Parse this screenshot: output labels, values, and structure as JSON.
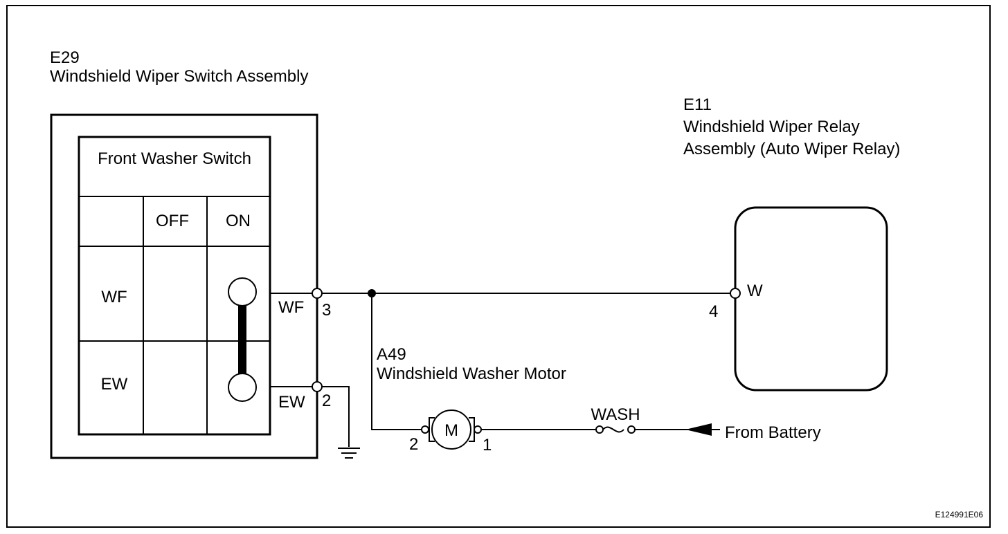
{
  "switch_assembly": {
    "code": "E29",
    "name": "Windshield Wiper Switch Assembly",
    "table": {
      "title": "Front Washer Switch",
      "columns": [
        "",
        "OFF",
        "ON"
      ],
      "rows": [
        "WF",
        "EW"
      ]
    },
    "terminals": [
      {
        "label": "WF",
        "pin": "3"
      },
      {
        "label": "EW",
        "pin": "2"
      }
    ]
  },
  "relay_assembly": {
    "code": "E11",
    "name_line1": "Windshield Wiper Relay",
    "name_line2": "Assembly (Auto Wiper Relay)",
    "terminal": {
      "label": "W",
      "pin": "4"
    }
  },
  "washer_motor": {
    "code": "A49",
    "name": "Windshield Washer Motor",
    "symbol": "M",
    "pin_left": "2",
    "pin_right": "1"
  },
  "fuse": {
    "label": "WASH"
  },
  "source": {
    "label": "From Battery"
  },
  "figure_id": "E124991E06"
}
